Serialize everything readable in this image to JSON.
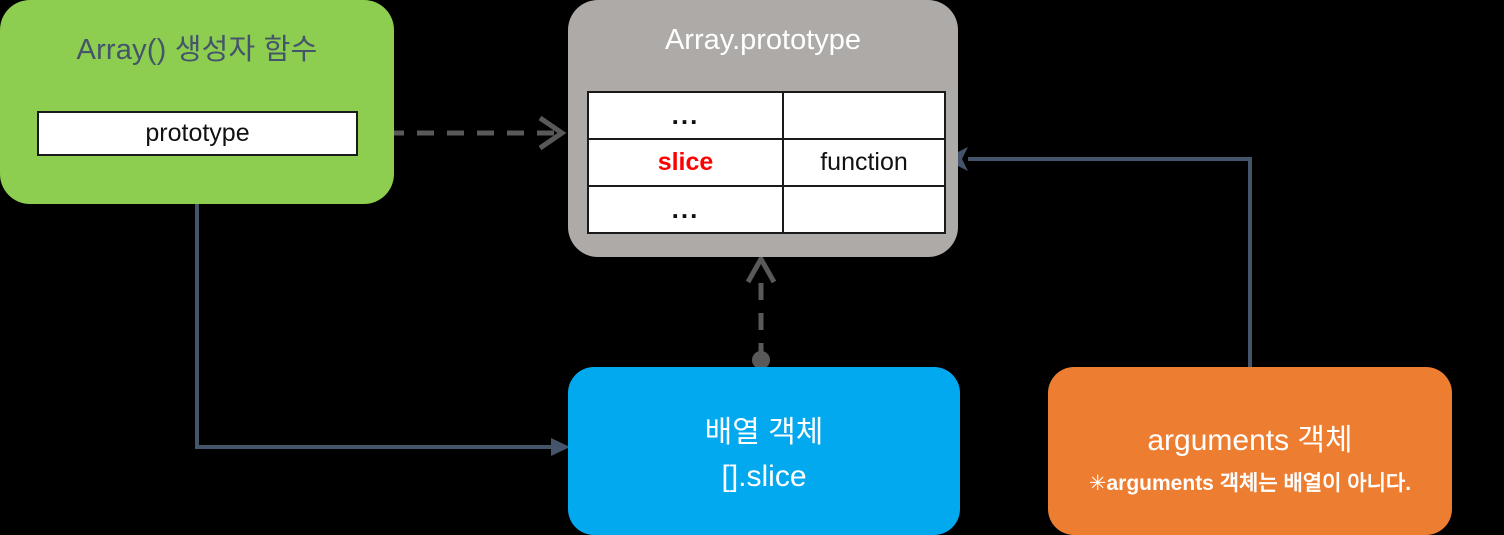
{
  "diagram": {
    "title_text": "Array prototype chain diagram",
    "background": "#000000",
    "nodes": {
      "constructor": {
        "title": "Array() 생성자 함수",
        "slot_label": "prototype",
        "color": "#8DCE50",
        "title_color": "#44546A"
      },
      "prototype": {
        "title": "Array.prototype",
        "color": "#ADAAA8",
        "title_color": "#FFFFFF",
        "table": {
          "rows": [
            {
              "key": "...",
              "value": ""
            },
            {
              "key": "slice",
              "value": "function"
            },
            {
              "key": "...",
              "value": ""
            }
          ],
          "highlight_key": "slice",
          "highlight_color": "#FF0000"
        }
      },
      "array_object": {
        "title": "배열 객체",
        "subtitle": "[].slice",
        "color": "#03A9EF",
        "text_color": "#FFFFFF"
      },
      "arguments_object": {
        "title": "arguments 객체",
        "note": "✳arguments 객체는 배열이 아니다.",
        "color": "#ED7D31",
        "text_color": "#FFFFFF"
      }
    },
    "connectors": {
      "prototype_link": {
        "label": "",
        "style": "dashed",
        "color": "#595959",
        "from": "prototype-slot",
        "to": "Array.prototype"
      },
      "array_proto_link": {
        "label": "",
        "style": "dashed",
        "color": "#595959",
        "from": "배열 객체",
        "to": "Array.prototype"
      },
      "constructor_to_array": {
        "label": "",
        "style": "solid",
        "color": "#44546A",
        "from": "Array() 생성자 함수",
        "to": "배열 객체"
      },
      "arguments_to_slice": {
        "label": "",
        "style": "solid",
        "color": "#44546A",
        "from": "arguments 객체",
        "to": "slice"
      }
    }
  }
}
